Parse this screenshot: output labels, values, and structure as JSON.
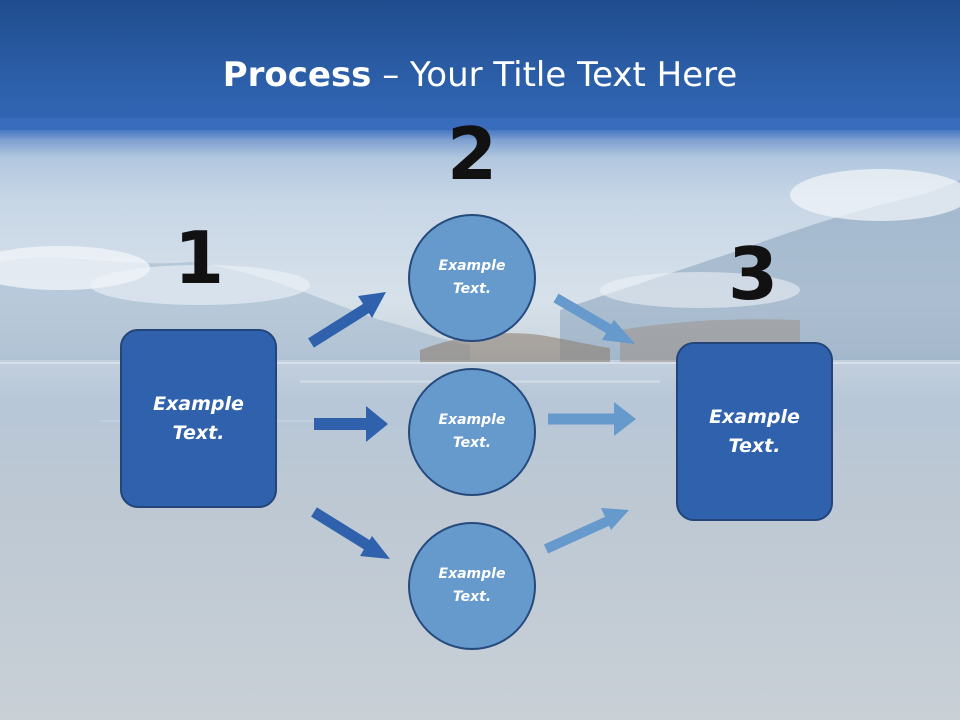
{
  "title": {
    "bold": "Process",
    "rest": " – Your Title Text Here"
  },
  "steps": {
    "one": "1",
    "two": "2",
    "three": "3"
  },
  "left_box": {
    "text": "Example\nText."
  },
  "right_box": {
    "text": "Example\nText."
  },
  "circles": [
    {
      "text": "Example\nText."
    },
    {
      "text": "Example\nText."
    },
    {
      "text": "Example\nText."
    }
  ],
  "colors": {
    "title_band": "#2b5da6",
    "box_fill": "#2f61ad",
    "circle_fill": "#6699cc",
    "arrow_dark": "#2f61ad",
    "arrow_light": "#6699cc",
    "number_text": "#111111"
  },
  "icons": {
    "arrows": "arrow-right-icon"
  }
}
